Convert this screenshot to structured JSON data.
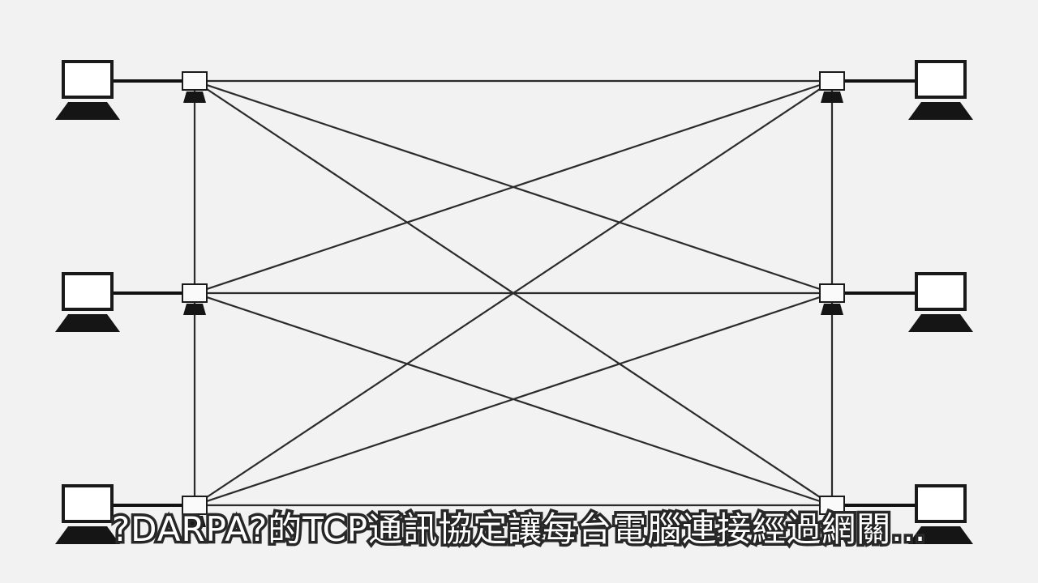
{
  "subtitle": "?DARPA?的TCP通訊協定讓每台電腦連接經過網關...",
  "diagram": {
    "nodes": [
      "L1",
      "L2",
      "L3",
      "R1",
      "R2",
      "R3"
    ],
    "links": [
      [
        "L1",
        "R1"
      ],
      [
        "L2",
        "R2"
      ],
      [
        "L3",
        "R3"
      ],
      [
        "L1",
        "L2"
      ],
      [
        "L2",
        "L3"
      ],
      [
        "R1",
        "R2"
      ],
      [
        "R2",
        "R3"
      ],
      [
        "L1",
        "R2"
      ],
      [
        "L1",
        "R3"
      ],
      [
        "L2",
        "R1"
      ],
      [
        "L2",
        "R3"
      ],
      [
        "L3",
        "R1"
      ],
      [
        "L3",
        "R2"
      ]
    ],
    "computers": [
      {
        "id": "pc-left-1",
        "gateway": "L1",
        "side": "left"
      },
      {
        "id": "pc-left-2",
        "gateway": "L2",
        "side": "left"
      },
      {
        "id": "pc-left-3",
        "gateway": "L3",
        "side": "left"
      },
      {
        "id": "pc-right-1",
        "gateway": "R1",
        "side": "right"
      },
      {
        "id": "pc-right-2",
        "gateway": "R2",
        "side": "right"
      },
      {
        "id": "pc-right-3",
        "gateway": "R3",
        "side": "right"
      }
    ],
    "colors": {
      "background": "#f2f2f2",
      "line": "#2b2b2b",
      "node_fill": "#fafafa",
      "node_stroke": "#1a1a1a"
    }
  }
}
